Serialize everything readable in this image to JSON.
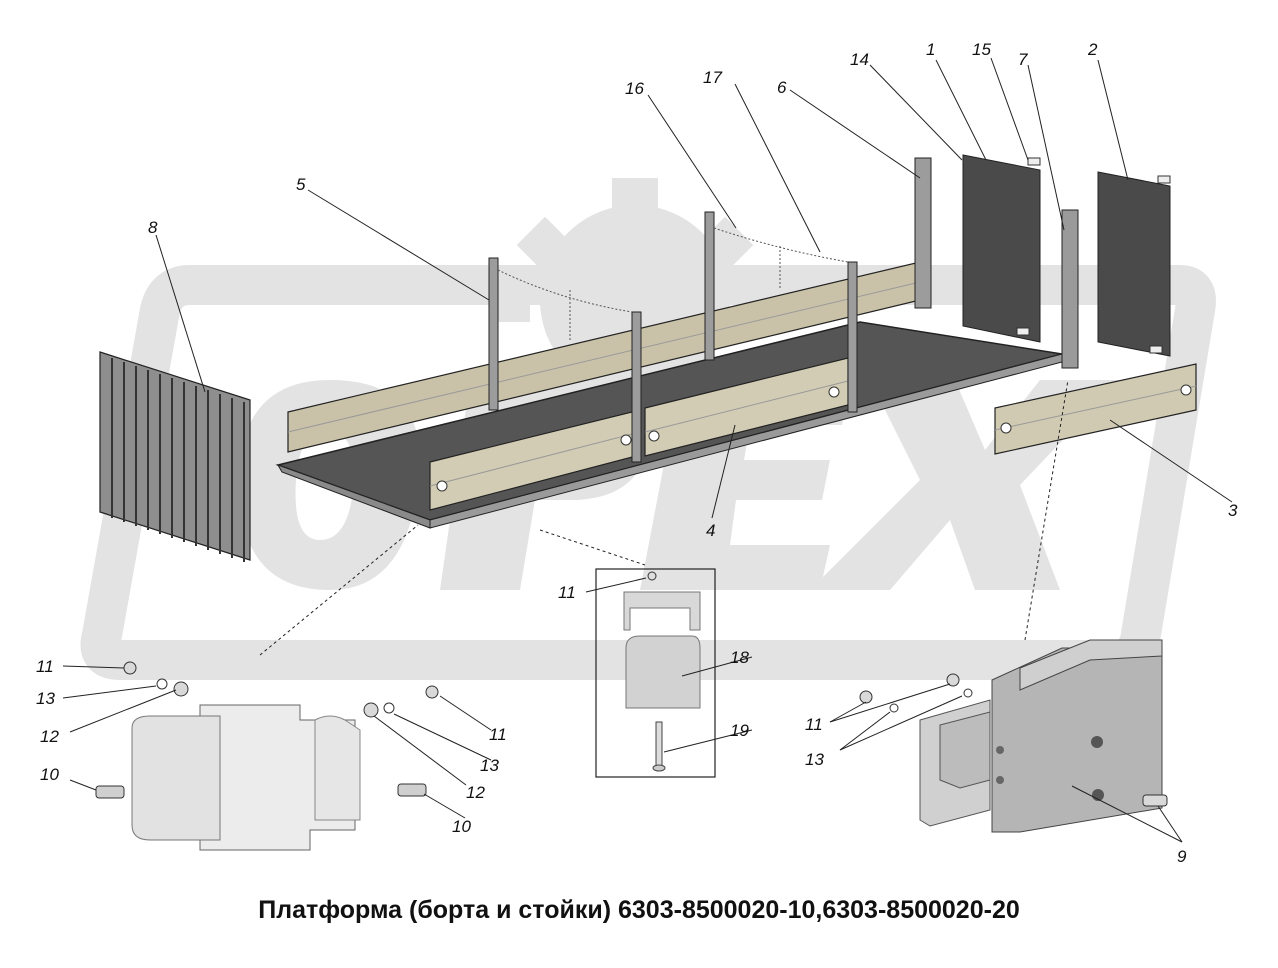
{
  "caption": "Платформа (борта и стойки) 6303-8500020-10,6303-8500020-20",
  "watermark": {
    "text": "ОРЕХ",
    "color": "#e2e2e2"
  },
  "callouts": [
    "1",
    "2",
    "3",
    "4",
    "5",
    "6",
    "7",
    "8",
    "9",
    "10",
    "10",
    "11",
    "11",
    "11",
    "11",
    "12",
    "12",
    "13",
    "13",
    "13",
    "14",
    "15",
    "16",
    "17",
    "18",
    "19"
  ]
}
